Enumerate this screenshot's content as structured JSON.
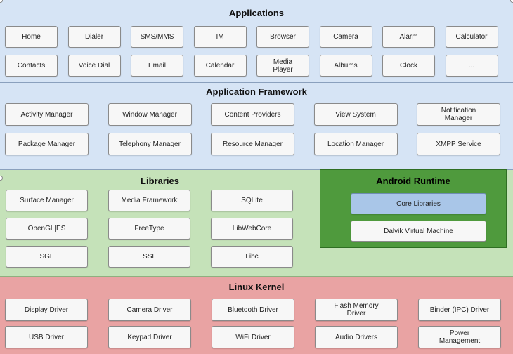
{
  "applications": {
    "title": "Applications",
    "items": [
      "Home",
      "Dialer",
      "SMS/MMS",
      "IM",
      "Browser",
      "Camera",
      "Alarm",
      "Calculator",
      "Contacts",
      "Voice Dial",
      "Email",
      "Calendar",
      "Media\nPlayer",
      "Albums",
      "Clock",
      "..."
    ]
  },
  "framework": {
    "title": "Application Framework",
    "items": [
      "Activity Manager",
      "Window Manager",
      "Content Providers",
      "View System",
      "Notification\nManager",
      "Package Manager",
      "Telephony Manager",
      "Resource Manager",
      "Location Manager",
      "XMPP Service"
    ]
  },
  "libraries": {
    "title": "Libraries",
    "items": [
      "Surface Manager",
      "Media Framework",
      "SQLite",
      "OpenGL|ES",
      "FreeType",
      "LibWebCore",
      "SGL",
      "SSL",
      "Libc"
    ]
  },
  "runtime": {
    "title": "Android Runtime",
    "items": [
      "Core Libraries",
      "Dalvik Virtual Machine"
    ]
  },
  "kernel": {
    "title": "Linux Kernel",
    "items": [
      "Display Driver",
      "Camera Driver",
      "Bluetooth Driver",
      "Flash Memory\nDriver",
      "Binder (IPC) Driver",
      "USB Driver",
      "Keypad Driver",
      "WiFi Driver",
      "Audio Drivers",
      "Power\nManagement"
    ]
  },
  "colors": {
    "upper_layers": "#d6e4f5",
    "libraries": "#c5e2b9",
    "runtime": "#4f9a3d",
    "core_libraries": "#a9c6e8",
    "kernel": "#e9a3a3"
  }
}
